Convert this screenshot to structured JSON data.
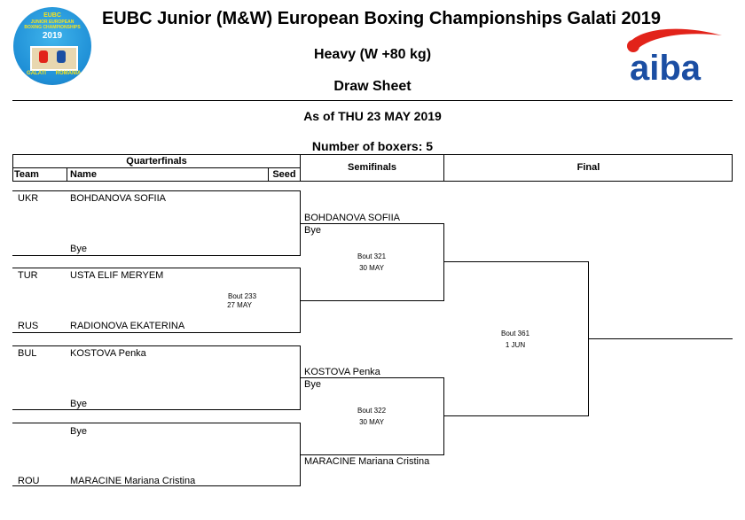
{
  "header": {
    "title": "EUBC Junior (M&W) European Boxing Championships Galati 2019",
    "category": "Heavy (W +80 kg)",
    "sheet": "Draw Sheet",
    "as_of": "As of THU 23 MAY 2019",
    "boxers_count": "Number of boxers: 5"
  },
  "logo_event": {
    "line1": "EUBC",
    "line2": "JUNIOR EUROPEAN",
    "line3": "BOXING CHAMPIONSHIPS",
    "year": "2019",
    "city": "GALATI",
    "country": "ROMANIA",
    "colors": {
      "bg": "#1f8fd6",
      "ring": "#e8d7b0",
      "text": "#f7e21c"
    }
  },
  "logo_aiba": {
    "text": "aiba",
    "colors": {
      "blue": "#1b4ea3",
      "red": "#e2231a"
    }
  },
  "columns": {
    "quarterfinals": "Quarterfinals",
    "team": "Team",
    "name": "Name",
    "seed": "Seed",
    "semifinals": "Semifinals",
    "final": "Final"
  },
  "quarterfinals": [
    {
      "team": "UKR",
      "name": "BOHDANOVA SOFIIA"
    },
    {
      "team": "",
      "name": "Bye"
    },
    {
      "team": "TUR",
      "name": "USTA ELIF MERYEM"
    },
    {
      "team": "RUS",
      "name": "RADIONOVA EKATERINA"
    },
    {
      "team": "BUL",
      "name": "KOSTOVA Penka"
    },
    {
      "team": "",
      "name": "Bye"
    },
    {
      "team": "",
      "name": "Bye"
    },
    {
      "team": "ROU",
      "name": "MARACINE Mariana Cristina"
    }
  ],
  "qf_bout": {
    "bout": "Bout 233",
    "date": "27 MAY"
  },
  "semifinals": [
    {
      "name": "BOHDANOVA SOFIIA"
    },
    {
      "name": "Bye"
    },
    {
      "name": "KOSTOVA Penka"
    },
    {
      "name": "Bye"
    },
    {
      "name": "MARACINE Mariana Cristina"
    }
  ],
  "sf_bouts": [
    {
      "bout": "Bout 321",
      "date": "30 MAY"
    },
    {
      "bout": "Bout 322",
      "date": "30 MAY"
    }
  ],
  "final_bout": {
    "bout": "Bout 361",
    "date": "1 JUN"
  }
}
